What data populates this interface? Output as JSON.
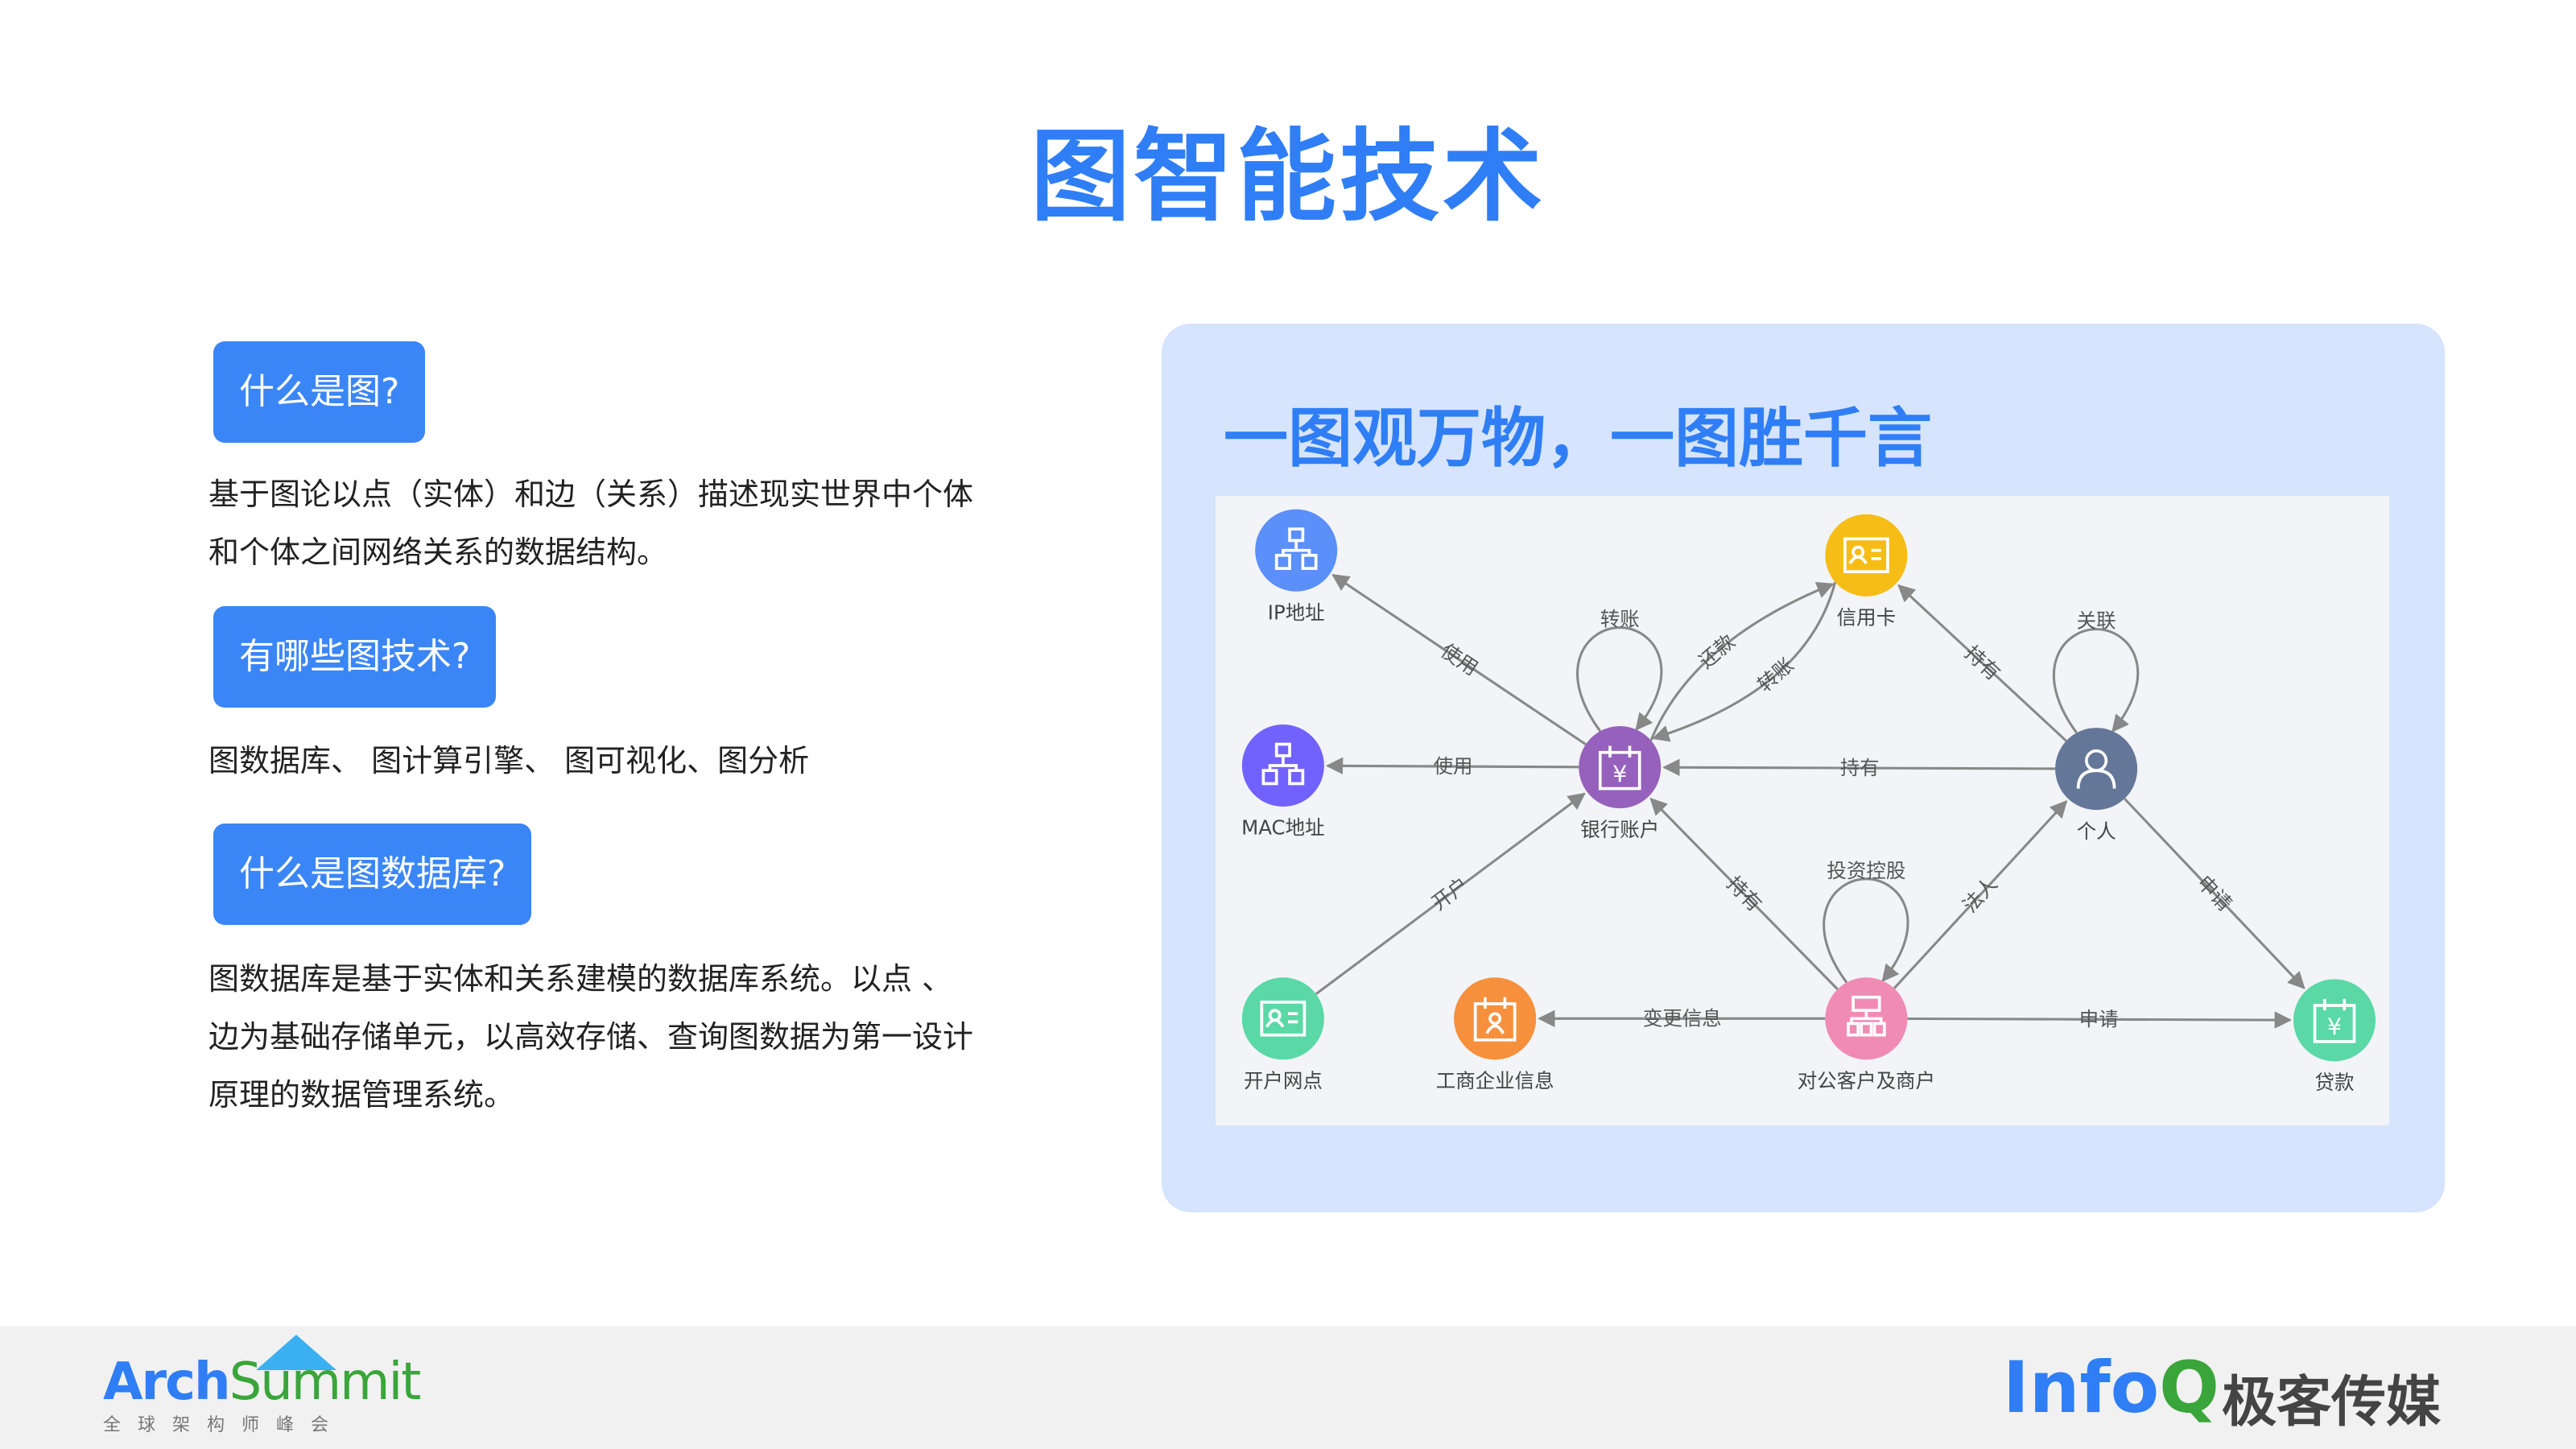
{
  "title": "图智能技术",
  "sections": [
    {
      "question": "什么是图?",
      "answer": [
        "基于图论以点（实体）和边（关系）描述现实世界中个体",
        "和个体之间网络关系的数据结构。"
      ]
    },
    {
      "question": "有哪些图技术?",
      "answer": [
        "图数据库、  图计算引擎、  图可视化、图分析"
      ]
    },
    {
      "question": "什么是图数据库?",
      "answer": [
        "图数据库是基于实体和关系建模的数据库系统。以点 、",
        "边为基础存储单元，以高效存储、查询图数据为第一设计",
        "原理的数据管理系统。"
      ]
    }
  ],
  "panel": {
    "title": "一图观万物，一图胜千言",
    "nodes": [
      {
        "id": "ip",
        "label": "IP地址",
        "color": "#5b8ff9",
        "icon": "network-icon"
      },
      {
        "id": "mac",
        "label": "MAC地址",
        "color": "#7262fd",
        "icon": "network-icon"
      },
      {
        "id": "bank",
        "label": "银行账户",
        "color": "#9661bc",
        "icon": "yen-calendar-icon"
      },
      {
        "id": "credit",
        "label": "信用卡",
        "color": "#f6bd16",
        "icon": "id-card-icon"
      },
      {
        "id": "person",
        "label": "个人",
        "color": "#657798",
        "icon": "person-icon"
      },
      {
        "id": "branch",
        "label": "开户网点",
        "color": "#5ad8a6",
        "icon": "id-card-icon"
      },
      {
        "id": "biz",
        "label": "工商企业信息",
        "color": "#f6903d",
        "icon": "person-calendar-icon"
      },
      {
        "id": "corp",
        "label": "对公客户及商户",
        "color": "#f08bb4",
        "icon": "org-icon"
      },
      {
        "id": "loan",
        "label": "贷款",
        "color": "#5ad8a6",
        "icon": "yen-calendar-icon"
      }
    ],
    "edges": [
      {
        "from": "bank",
        "to": "ip",
        "label": "使用"
      },
      {
        "from": "bank",
        "to": "mac",
        "label": "使用"
      },
      {
        "from": "bank",
        "to": "bank",
        "label": "转账"
      },
      {
        "from": "bank",
        "to": "credit",
        "label": "还款"
      },
      {
        "from": "credit",
        "to": "bank",
        "label": "转账"
      },
      {
        "from": "person",
        "to": "credit",
        "label": "持有"
      },
      {
        "from": "person",
        "to": "person",
        "label": "关联"
      },
      {
        "from": "person",
        "to": "bank",
        "label": "持有"
      },
      {
        "from": "branch",
        "to": "bank",
        "label": "开户"
      },
      {
        "from": "corp",
        "to": "bank",
        "label": "持有"
      },
      {
        "from": "corp",
        "to": "corp",
        "label": "投资控股"
      },
      {
        "from": "corp",
        "to": "person",
        "label": "法人"
      },
      {
        "from": "corp",
        "to": "biz",
        "label": "变更信息"
      },
      {
        "from": "corp",
        "to": "loan",
        "label": "申请"
      },
      {
        "from": "person",
        "to": "loan",
        "label": "申请"
      }
    ]
  },
  "footer": {
    "left_logo": {
      "part1": "Arch",
      "part2": "Summit",
      "subtitle": "全球架构师峰会"
    },
    "right_logo": {
      "part1": "Info",
      "part2": "Q",
      "cn": "极客传媒"
    }
  }
}
